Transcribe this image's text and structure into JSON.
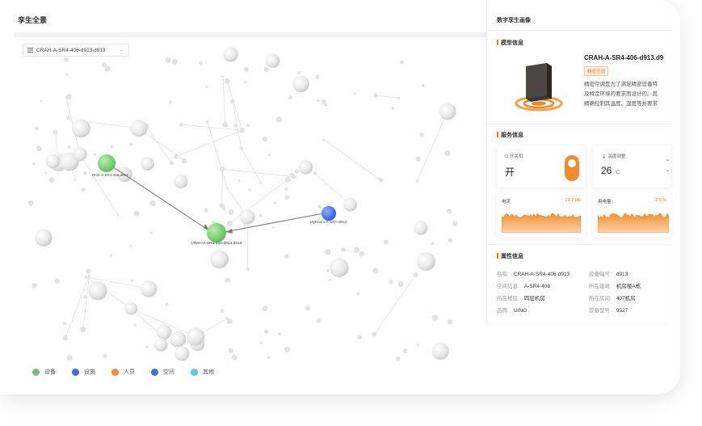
{
  "left_panel": {
    "title": "孪生全景",
    "selector_value": "CRAH-A-SR4-406-d913.d913",
    "graph": {
      "node_labels": [
        "Rm2-A-SR4-406.d913",
        "CRAH-A-SR4-406-d913.d913",
        "MyRoom-A-SR4-406.d"
      ]
    },
    "legend": [
      {
        "label": "设备",
        "color": "#6cc86a"
      },
      {
        "label": "设施",
        "color": "#3a6fe0"
      },
      {
        "label": "人员",
        "color": "#f28a3a"
      },
      {
        "label": "空间",
        "color": "#3a6fe0"
      },
      {
        "label": "其他",
        "color": "#5bc8e6"
      }
    ]
  },
  "right_panel": {
    "title": "数字孪生画像",
    "model_section": {
      "title": "模型信息",
      "name": "CRAH-A-SR4-406-d913.d9",
      "tag": "精密空调",
      "desc_lines": [
        "精密空调是为了满足精密设备特",
        "及特定环境的要求而设计的。其",
        "精确控制其温度、湿度等并要求"
      ]
    },
    "service_section": {
      "title": "服务信息",
      "switch_card": {
        "label": "开关机",
        "value": "开",
        "icon": "power-icon"
      },
      "temp_card": {
        "label": "温度调整",
        "value": "26",
        "unit": "°C",
        "icon": "thermometer-icon"
      },
      "current": {
        "label": "电流",
        "value": "19.7 (A)",
        "color": "#f07b1c"
      },
      "power": {
        "label": "用电量",
        "value": "2.5 (k",
        "color": "#f07b1c"
      }
    },
    "attr_section": {
      "title": "属性信息",
      "rows": [
        [
          {
            "k": "名称:",
            "v": "CRAH-A-SR4-406-d913"
          },
          {
            "k": "设备编号:",
            "v": "d913"
          }
        ],
        [
          {
            "k": "空间信息:",
            "v": "A-SR4-406"
          },
          {
            "k": "所在建筑:",
            "v": "机房楼A栋"
          }
        ],
        [
          {
            "k": "所在楼层:",
            "v": "四层机房"
          },
          {
            "k": "所在房间:",
            "v": "407机房"
          }
        ],
        [
          {
            "k": "品牌:",
            "v": "UINO"
          },
          {
            "k": "设备型号:",
            "v": "9527"
          }
        ]
      ]
    }
  }
}
